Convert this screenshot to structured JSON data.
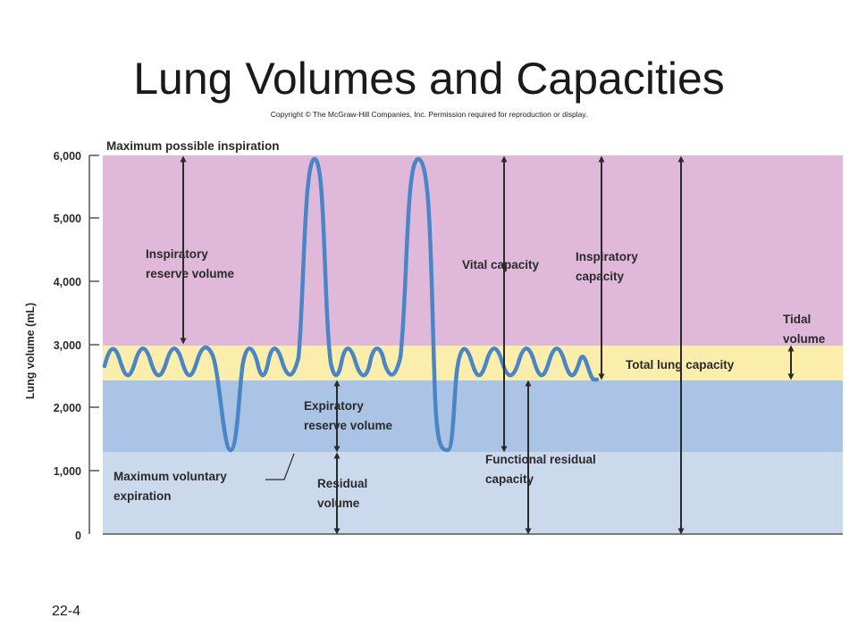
{
  "slide": {
    "title": "Lung Volumes and Capacities",
    "copyright": "Copyright © The McGraw-Hill Companies, Inc. Permission required for reproduction or display.",
    "number": "22-4"
  },
  "axis": {
    "ylabel": "Lung volume (mL)",
    "ticks": [
      {
        "value": 0,
        "label": "0"
      },
      {
        "value": 1000,
        "label": "1,000"
      },
      {
        "value": 2000,
        "label": "2,000"
      },
      {
        "value": 3000,
        "label": "3,000"
      },
      {
        "value": 4000,
        "label": "4,000"
      },
      {
        "value": 5000,
        "label": "5,000"
      },
      {
        "value": 6000,
        "label": "6,000"
      }
    ]
  },
  "labels": {
    "max_inspiration": "Maximum possible inspiration",
    "irv_1": "Inspiratory",
    "irv_2": "reserve volume",
    "vital_capacity": "Vital capacity",
    "ic_1": "Inspiratory",
    "ic_2": "capacity",
    "tidal_1": "Tidal",
    "tidal_2": "volume",
    "tlc": "Total lung capacity",
    "erv_1": "Expiratory",
    "erv_2": "reserve volume",
    "frc_1": "Functional residual",
    "frc_2": "capacity",
    "mve_1": "Maximum voluntary",
    "mve_2": "expiration",
    "rv_1": "Residual",
    "rv_2": "volume"
  },
  "colors": {
    "inspiratory_reserve_zone": "#e0b9da",
    "tidal_zone": "#fbeeac",
    "expiratory_reserve_zone": "#abc3e4",
    "residual_zone": "#cbd9ec",
    "trace": "#4a86c6",
    "arrows": "#2a2a2a"
  }
}
